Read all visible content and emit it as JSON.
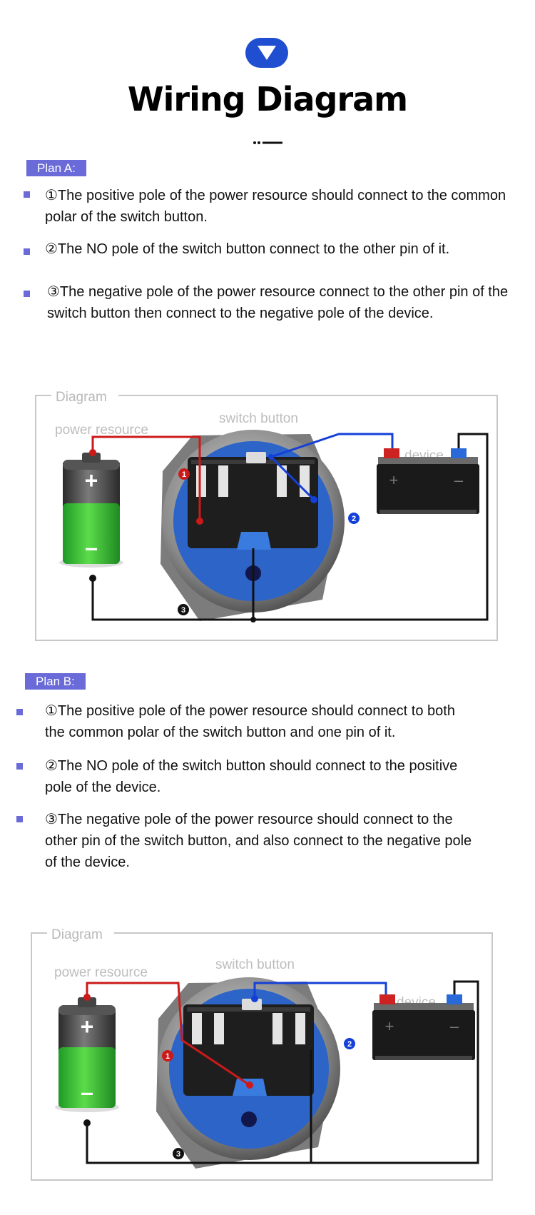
{
  "header": {
    "title": "Wiring Diagram"
  },
  "plans": [
    {
      "tag": "Plan A:",
      "items": [
        "①The positive pole of the power resource should connect to the common polar  of the switch button.",
        "②The NO pole of the switch button connect to the other pin of it.",
        "③The negative pole of the power resource connect to the other pin of the switch button then connect to the negative pole of the device."
      ],
      "diagram": {
        "frame_label": "Diagram",
        "labels": {
          "power": "power resource",
          "switch": "switch button",
          "device": "device"
        },
        "wire_colors": {
          "positive": "#cc1a1a",
          "no": "#1540d8",
          "negative": "#111111"
        }
      }
    },
    {
      "tag": "Plan B:",
      "items": [
        "①The positive pole of the power resource should connect to both the common polar of the switch button and one  pin of it.",
        "②The NO pole of the switch button should connect to the positive pole of the device.",
        "③The negative pole of the power resource should connect to the other pin of the switch button, and also connect to the negative pole of the device."
      ],
      "diagram": {
        "frame_label": "Diagram",
        "labels": {
          "power": "power resource",
          "switch": "switch button",
          "device": "device"
        },
        "wire_colors": {
          "positive": "#cc1a1a",
          "no": "#1540d8",
          "negative": "#111111"
        }
      }
    }
  ],
  "colors": {
    "accent": "#6a6ad8",
    "badge": "#1f4fd0"
  }
}
